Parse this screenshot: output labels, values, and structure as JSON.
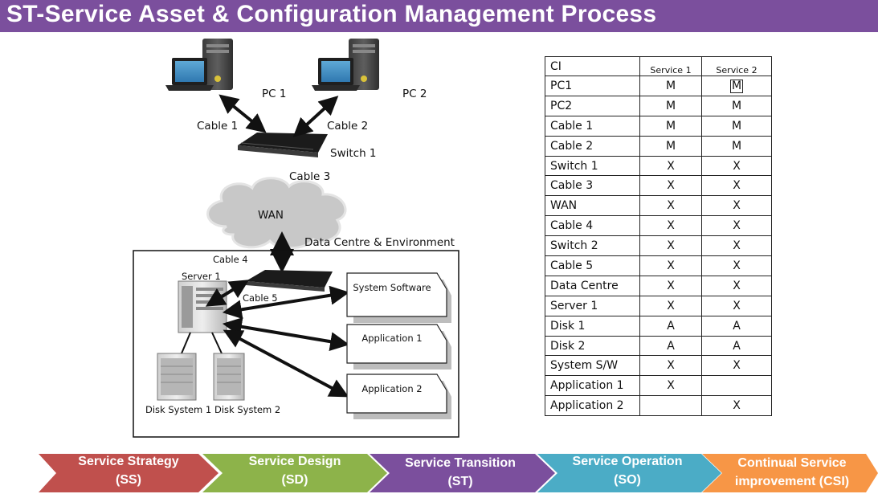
{
  "title": "ST-Service Asset & Configuration Management Process",
  "diagram": {
    "labels": {
      "pc1": "PC 1",
      "pc2": "PC 2",
      "cable1": "Cable 1",
      "cable2": "Cable 2",
      "switch1": "Switch 1",
      "cable3": "Cable 3",
      "wan": "WAN",
      "data_centre": "Data Centre & Environment",
      "cable4": "Cable 4",
      "server1": "Server 1",
      "cable5": "Cable 5",
      "system_software": "System Software",
      "application1": "Application 1",
      "application2": "Application 2",
      "disk_system1": "Disk System 1",
      "disk_system2": "Disk System 2"
    }
  },
  "ci_table": {
    "headers": [
      "CI",
      "Service 1",
      "Service 2"
    ],
    "rows": [
      [
        "PC1",
        "M",
        "M"
      ],
      [
        "PC2",
        "M",
        "M"
      ],
      [
        "Cable 1",
        "M",
        "M"
      ],
      [
        "Cable 2",
        "M",
        "M"
      ],
      [
        "Switch 1",
        "X",
        "X"
      ],
      [
        "Cable 3",
        "X",
        "X"
      ],
      [
        "WAN",
        "X",
        "X"
      ],
      [
        "Cable 4",
        "X",
        "X"
      ],
      [
        "Switch 2",
        "X",
        "X"
      ],
      [
        "Cable 5",
        "X",
        "X"
      ],
      [
        "Data Centre",
        "X",
        "X"
      ],
      [
        "Server 1",
        "X",
        "X"
      ],
      [
        "Disk 1",
        "A",
        "A"
      ],
      [
        "Disk 2",
        "A",
        "A"
      ],
      [
        "System S/W",
        "X",
        "X"
      ],
      [
        "Application 1",
        "X",
        ""
      ],
      [
        "Application 2",
        "",
        "X"
      ]
    ]
  },
  "lifecycle": [
    {
      "line1": "Service Strategy",
      "line2": "(SS)",
      "color": "#c0504d"
    },
    {
      "line1": "Service Design",
      "line2": "(SD)",
      "color": "#8db34a"
    },
    {
      "line1": "Service Transition",
      "line2": "(ST)",
      "color": "#7b4f9d"
    },
    {
      "line1": "Service Operation",
      "line2": "(SO)",
      "color": "#4bacc6"
    },
    {
      "line1": "Continual Service",
      "line2": "improvement  (CSI)",
      "color": "#f79646"
    }
  ],
  "colors": {
    "title_bar": "#7b4f9d",
    "title_text": "#ffffff"
  }
}
